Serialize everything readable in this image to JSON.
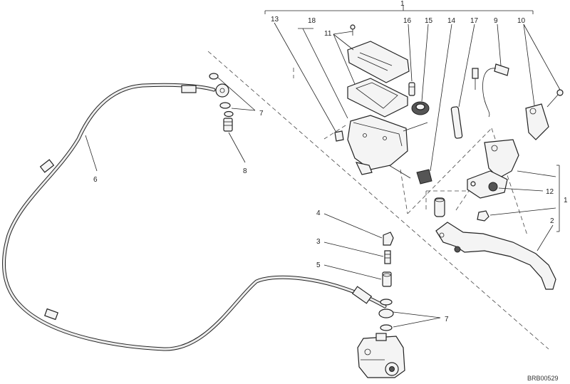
{
  "diagram": {
    "drawing_code": "BRB00529",
    "callouts": {
      "n1_top": "1",
      "n13": "13",
      "n18": "18",
      "n11": "11",
      "n16": "16",
      "n15": "15",
      "n14": "14",
      "n17": "17",
      "n9": "9",
      "n10": "10",
      "n7_upper": "7",
      "n8": "8",
      "n6": "6",
      "n4": "4",
      "n3": "3",
      "n5": "5",
      "n7_lower": "7",
      "n12": "12",
      "n1_right": "1",
      "n2": "2"
    }
  }
}
